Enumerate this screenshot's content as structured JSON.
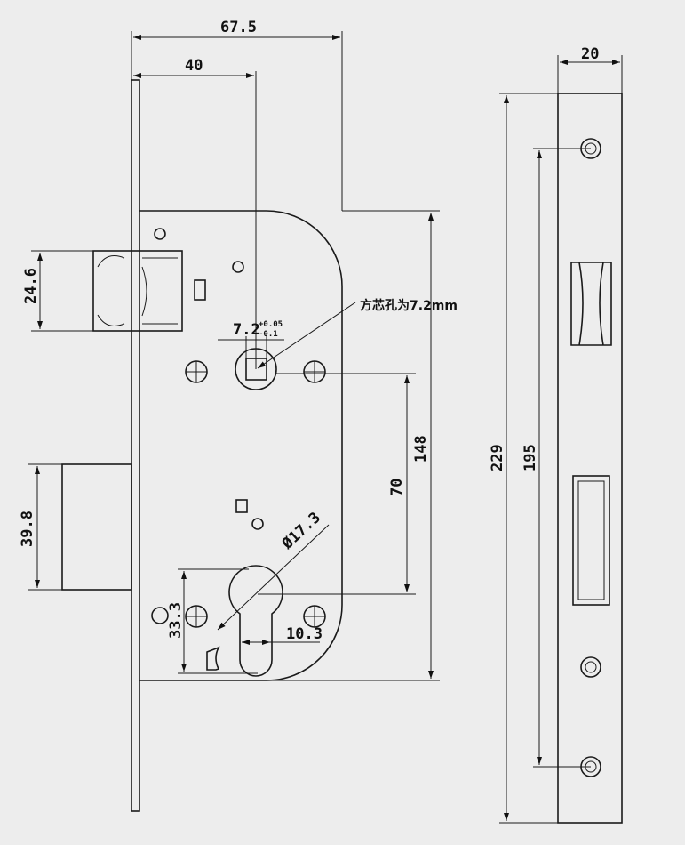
{
  "drawing": {
    "dimensions": {
      "case_depth": "67.5",
      "backset": "40",
      "latch_height": "24.6",
      "spindle_size": "7.2",
      "spindle_tol_upper": "+0.05",
      "spindle_tol_lower": "-0.1",
      "spindle_note": "方芯孔为7.2mm",
      "center_distance": "70",
      "case_height": "148",
      "deadbolt_height": "39.8",
      "cylinder_diameter": "Ø17.3",
      "cylinder_height": "33.3",
      "cylinder_width": "10.3",
      "faceplate_width": "20",
      "faceplate_length": "229",
      "screw_spacing": "195"
    },
    "colors": {
      "background": "#ededed",
      "line": "#1a1a1a"
    }
  }
}
